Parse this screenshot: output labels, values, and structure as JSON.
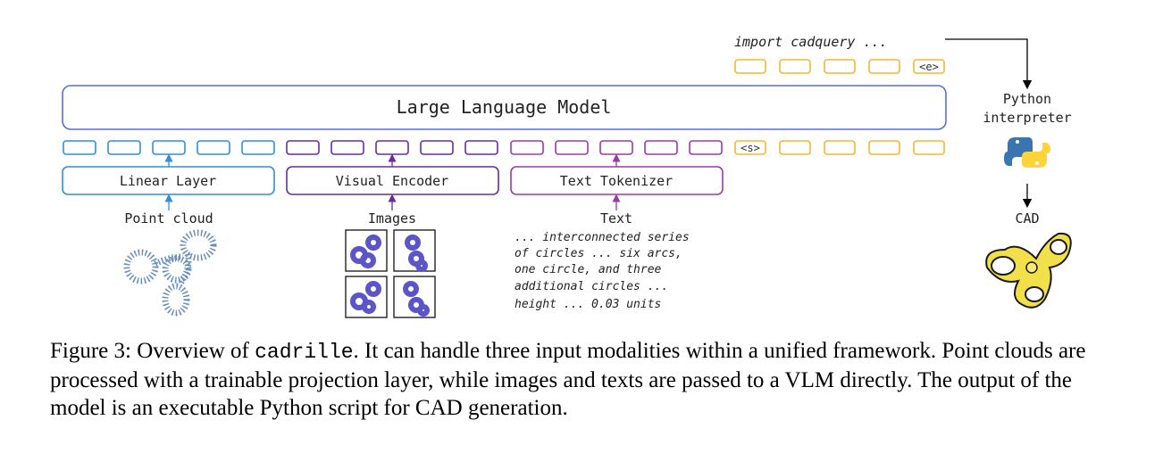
{
  "diagram": {
    "llm_label": "Large Language Model",
    "output_code": "import cadquery ...",
    "start_token": "<s>",
    "end_token": "<e>",
    "python_interpreter_line1": "Python",
    "python_interpreter_line2": "interpreter",
    "cad_label": "CAD",
    "modules": {
      "linear_layer": "Linear Layer",
      "visual_encoder": "Visual Encoder",
      "text_tokenizer": "Text Tokenizer"
    },
    "inputs": {
      "point_cloud": "Point cloud",
      "images": "Images",
      "text": "Text",
      "text_lines": [
        "... interconnected series",
        "of circles ... six arcs,",
        "one circle, and three",
        "additional circles ...",
        "height ... 0.03 units"
      ]
    },
    "colors": {
      "llm": "#5a6fd6",
      "point_cloud": "#2f8fd8",
      "visual": "#6a2c9a",
      "text": "#9b3aa6",
      "output": "#f0b830",
      "python_blue": "#3a75b0",
      "python_yellow": "#ffd43b",
      "cad_yellow": "#f2e04a"
    }
  },
  "caption": {
    "prefix": "Figure 3: Overview of ",
    "code": "cadrille",
    "text": ". It can handle three input modalities within a unified framework. Point clouds are processed with a trainable projection layer, while images and texts are passed to a VLM directly. The output of the model is an executable Python script for CAD generation."
  }
}
